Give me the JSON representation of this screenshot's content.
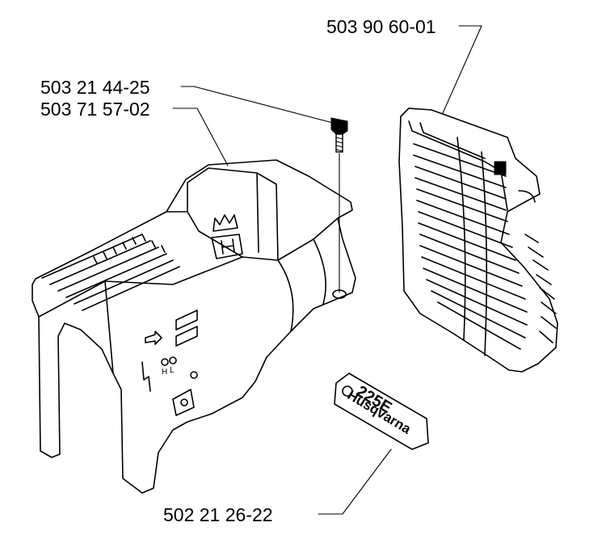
{
  "labels": {
    "grille_part": "503 90 60-01",
    "screw_part": "503 21 44-25",
    "cover_part": "503 71 57-02",
    "decal_part": "502 21 26-22"
  },
  "decal": {
    "model": "225E",
    "brand": "Husqvarna"
  },
  "cover_markings": {
    "choke_h": "H",
    "choke_l": "L"
  }
}
